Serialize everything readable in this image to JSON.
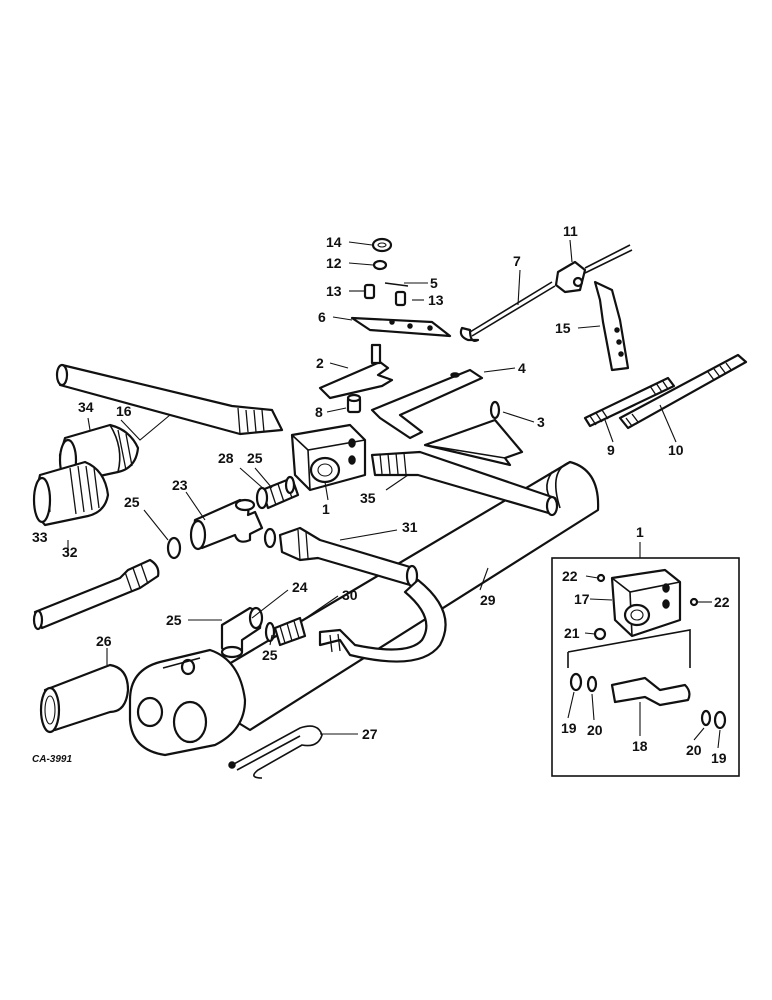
{
  "diagram_ref": "CA-3991",
  "labels": {
    "l1a": "1",
    "l1b": "1",
    "l2": "2",
    "l3": "3",
    "l4": "4",
    "l5": "5",
    "l6": "6",
    "l7": "7",
    "l8": "8",
    "l9": "9",
    "l10": "10",
    "l11": "11",
    "l12": "12",
    "l13a": "13",
    "l13b": "13",
    "l14": "14",
    "l15": "15",
    "l16": "16",
    "l17": "17",
    "l18": "18",
    "l19a": "19",
    "l19b": "19",
    "l20a": "20",
    "l20b": "20",
    "l21": "21",
    "l22a": "22",
    "l22b": "22",
    "l23": "23",
    "l24": "24",
    "l25a": "25",
    "l25b": "25",
    "l25c": "25",
    "l25d": "25",
    "l26": "26",
    "l27": "27",
    "l28": "28",
    "l29": "29",
    "l30": "30",
    "l31": "31",
    "l32": "32",
    "l33": "33",
    "l34": "34",
    "l35": "35"
  }
}
